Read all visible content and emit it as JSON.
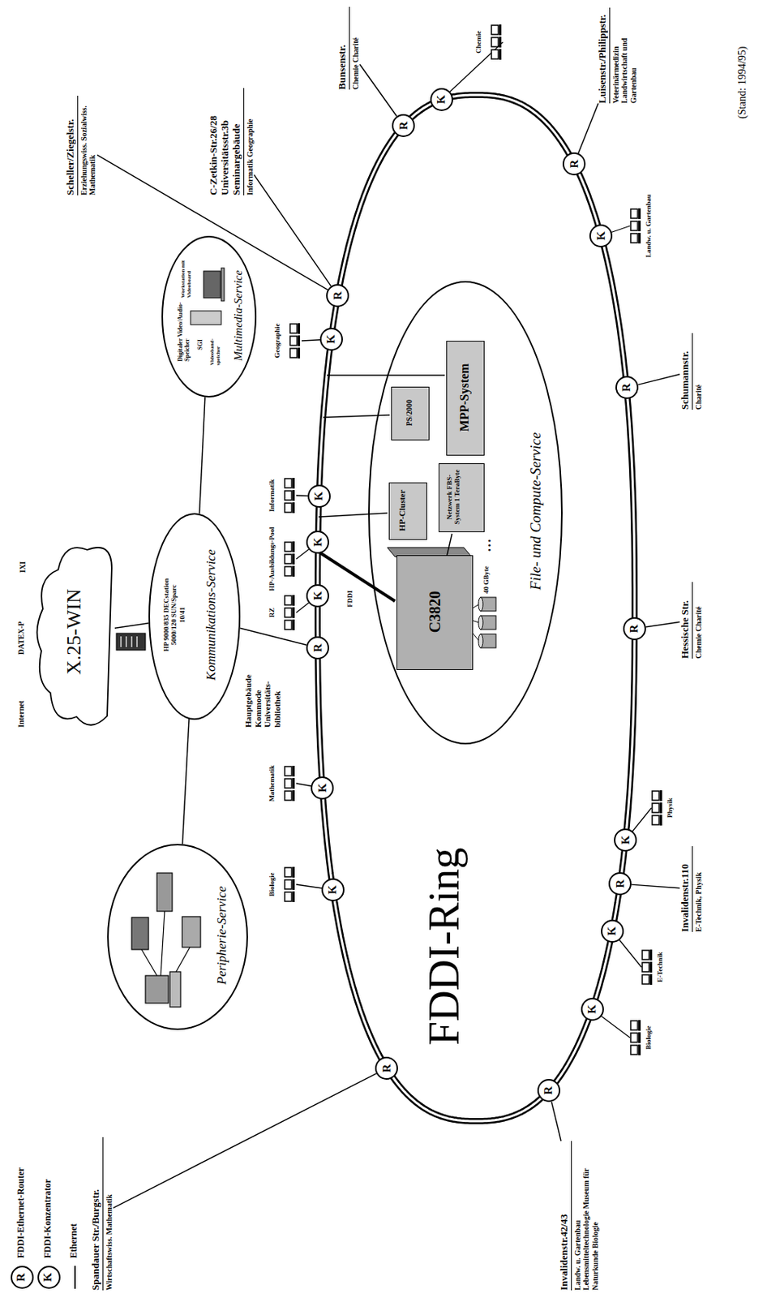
{
  "diagram": {
    "nodes": [
      {
        "text": [
          "Scheller/Ziegelstr.",
          "Erziehungswiss. Sozialwiss. Mathematik"
        ]
      },
      {
        "text": [
          "C-Zetkin-Str.26/28 Universitätsstr.3b Seminargebäude",
          "Informatik Geographie"
        ]
      },
      {
        "text": [
          "Bunsenstr.",
          "Chemie Charité"
        ]
      },
      {
        "text": [
          "Luisenstr./Philippstr.",
          "Veterinärmedizin Landwirtschaft und Gartenbau"
        ]
      },
      {
        "text": [
          "Schumannstr.",
          "Charité"
        ]
      },
      {
        "text": [
          "Hessische Str.",
          "Chemie Charité"
        ]
      },
      {
        "text": [
          "Invalidenstr.110",
          "E-Technik, Physik"
        ]
      },
      {
        "text": [
          "Invalidenstr.42/43",
          "Landw. u. Gartenbau Lebensmitteltechnologie Museum für Naturkunde Biologie"
        ]
      },
      {
        "text": [
          "Spandauer Str./Burgstr.",
          "Wirtschaftswiss. Mathematik"
        ]
      },
      {
        "text": [
          "Internet",
          "DATEX-P",
          "IXI",
          "X.25-WIN"
        ]
      },
      {
        "text": [
          "HP 9000/835 DECstation 5000/120 SUN/Sparc 10/41",
          "Kommunikations-Service"
        ]
      },
      {
        "text": [
          "Peripherie-Service"
        ]
      },
      {
        "text": [
          "Digitaler Video/Audio-Speicher",
          "SGI",
          "Videoband-speicher",
          "Workstation mit Videoboard",
          "Multimedia-Service"
        ]
      },
      {
        "text": [
          "File- und Compute-Service"
        ]
      },
      {
        "text": [
          "C3820"
        ],
        "in": 13
      },
      {
        "text": [
          "HP-Cluster"
        ],
        "in": 13
      },
      {
        "text": [
          "Netzwerk FBS-System 1 TeraByte"
        ],
        "in": 13
      },
      {
        "text": [
          "PS/2000"
        ],
        "in": 13
      },
      {
        "text": [
          "MPP-System"
        ],
        "in": 13
      },
      {
        "text": [
          "R"
        ]
      },
      {
        "text": [
          "K"
        ]
      },
      {
        "text": [
          "K"
        ]
      },
      {
        "text": [
          "R"
        ]
      },
      {
        "text": [
          "K"
        ]
      },
      {
        "text": [
          "K"
        ]
      },
      {
        "text": [
          "K"
        ]
      },
      {
        "text": [
          "K"
        ]
      },
      {
        "text": [
          "R"
        ]
      },
      {
        "text": [
          "R"
        ]
      },
      {
        "text": [
          "K"
        ]
      },
      {
        "text": [
          "R"
        ]
      },
      {
        "text": [
          "K"
        ]
      },
      {
        "text": [
          "R"
        ]
      },
      {
        "text": [
          "R"
        ]
      },
      {
        "text": [
          "K"
        ]
      },
      {
        "text": [
          "R"
        ]
      },
      {
        "text": [
          "K"
        ]
      },
      {
        "text": [
          "K"
        ]
      },
      {
        "text": [
          "R"
        ]
      }
    ],
    "edges": [
      {
        "from": 19,
        "to": 8,
        "arrow": "none"
      },
      {
        "from": 38,
        "to": 7,
        "arrow": "none"
      },
      {
        "from": 35,
        "to": 6,
        "arrow": "none"
      },
      {
        "from": 33,
        "to": 5,
        "arrow": "none"
      },
      {
        "from": 32,
        "to": 4,
        "arrow": "none"
      },
      {
        "from": 30,
        "to": 3,
        "arrow": "none"
      },
      {
        "from": 28,
        "to": 2,
        "arrow": "none"
      },
      {
        "from": 27,
        "to": 0,
        "arrow": "none"
      },
      {
        "from": 27,
        "to": 1,
        "arrow": "none"
      },
      {
        "from": 22,
        "to": 10,
        "arrow": "none"
      },
      {
        "from": 10,
        "to": 11,
        "arrow": "none"
      },
      {
        "from": 10,
        "to": 12,
        "arrow": "none"
      },
      {
        "from": 10,
        "to": 9,
        "arrow": "none"
      },
      {
        "from": 14,
        "to": 16,
        "arrow": "none"
      }
    ],
    "labels": [
      "(Stand: 1994/95)",
      "FDDI-Ring",
      "Hauptgebäude Kommode Universitäts-bibliothek",
      "Biologie",
      "Mathematik",
      "RZ",
      "HP-Ausbildungs-Pool",
      "Informatik",
      "Geographie",
      "Chemie",
      "Landw. u. Gartenbau",
      "Physik",
      "E-Technik",
      "Biologie",
      "FDDI",
      "40 GByte",
      "• • •",
      "R",
      "K"
    ],
    "legend": [
      {
        "text": "FDDI-Ethernet-Router"
      },
      {
        "text": "FDDI-Konzentrator"
      },
      {
        "text": "Ethernet"
      }
    ]
  }
}
